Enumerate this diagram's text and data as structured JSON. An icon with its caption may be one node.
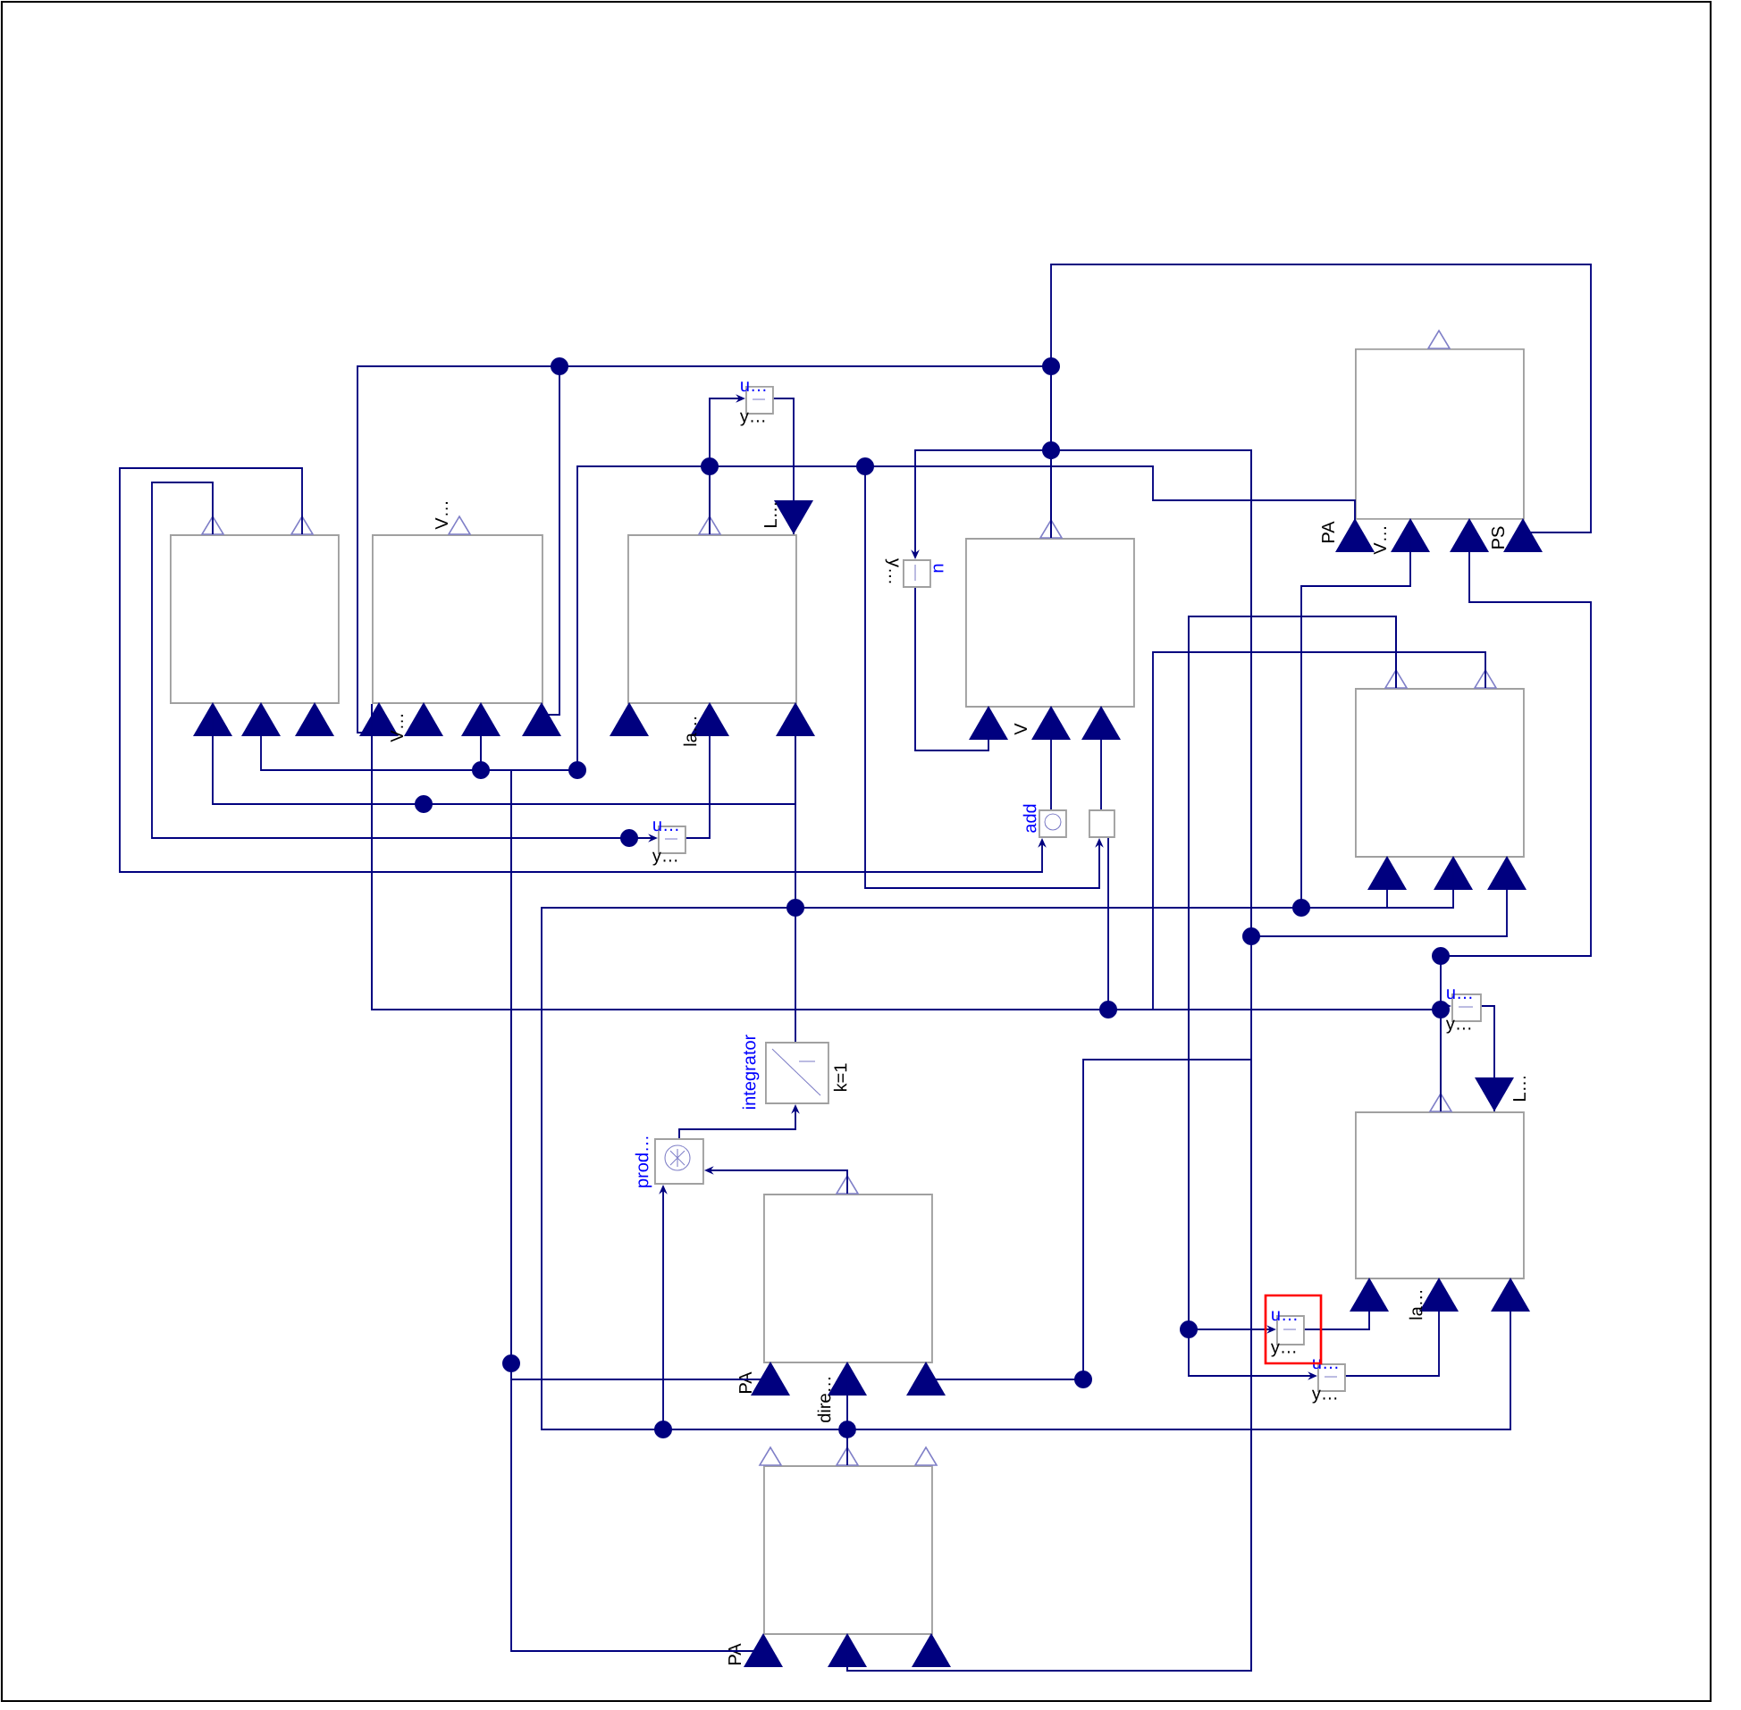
{
  "diagram": {
    "nodes": [
      {
        "text": [],
        "shape": "box"
      },
      {
        "text": [],
        "shape": "box",
        "beside": [
          "V…",
          "V…"
        ]
      },
      {
        "text": [],
        "shape": "box",
        "beside": [
          "L…",
          "la…"
        ]
      },
      {
        "text": [],
        "shape": "box",
        "beside": [
          "V"
        ]
      },
      {
        "text": [],
        "shape": "box",
        "beside": [
          "PA",
          "V…",
          "PS"
        ]
      },
      {
        "text": [],
        "shape": "box"
      },
      {
        "text": [],
        "shape": "box",
        "beside": [
          "L…",
          "la…"
        ]
      },
      {
        "text": [],
        "shape": "box",
        "beside": [
          "PA",
          "dire…"
        ]
      },
      {
        "text": [],
        "shape": "box",
        "beside": [
          "PA"
        ]
      },
      {
        "text": [
          "u…",
          "y…"
        ]
      },
      {
        "text": [
          "u…",
          "y…"
        ]
      },
      {
        "text": [
          "u",
          "y…"
        ]
      },
      {
        "text": [
          "add"
        ]
      },
      {
        "text": [],
        "shape": "box"
      },
      {
        "text": [
          "integrator",
          "k=1"
        ]
      },
      {
        "text": [
          "prod…"
        ]
      },
      {
        "text": [
          "u…",
          "y…"
        ]
      },
      {
        "text": [
          "u…",
          "y…"
        ]
      },
      {
        "text": [
          "u…",
          "y…"
        ]
      }
    ],
    "edges": [
      {
        "from": 2,
        "to": 9,
        "arrow": "to"
      },
      {
        "from": 9,
        "to": 2,
        "arrow": "none"
      },
      {
        "from": 4,
        "to": 3,
        "arrow": "none"
      },
      {
        "from": 3,
        "to": 1,
        "arrow": "none"
      },
      {
        "from": 3,
        "to": 1,
        "arrow": "none"
      },
      {
        "from": 3,
        "to": 11,
        "arrow": "to"
      },
      {
        "from": 11,
        "to": 3,
        "arrow": "none"
      },
      {
        "from": 3,
        "to": 8,
        "arrow": "none"
      },
      {
        "from": 2,
        "to": 0,
        "arrow": "none"
      },
      {
        "from": 1,
        "to": 8,
        "arrow": "none"
      },
      {
        "from": 2,
        "to": 13,
        "arrow": "to"
      },
      {
        "from": 0,
        "to": 12,
        "arrow": "to"
      },
      {
        "from": 2,
        "to": 4,
        "arrow": "none"
      },
      {
        "from": 0,
        "to": 10,
        "arrow": "to"
      },
      {
        "from": 10,
        "to": 2,
        "arrow": "none"
      },
      {
        "from": 0,
        "to": 2,
        "arrow": "none"
      },
      {
        "from": 14,
        "to": 2,
        "arrow": "none"
      },
      {
        "from": 12,
        "to": 3,
        "arrow": "none"
      },
      {
        "from": 13,
        "to": 3,
        "arrow": "none"
      },
      {
        "from": 1,
        "to": 6,
        "arrow": "none"
      },
      {
        "from": 13,
        "to": 6,
        "arrow": "none"
      },
      {
        "from": 6,
        "to": 16,
        "arrow": "to"
      },
      {
        "from": 16,
        "to": 6,
        "arrow": "none"
      },
      {
        "from": 5,
        "to": 6,
        "arrow": "none"
      },
      {
        "from": 3,
        "to": 5,
        "arrow": "none"
      },
      {
        "from": 4,
        "to": 5,
        "arrow": "none"
      },
      {
        "from": 4,
        "to": 6,
        "arrow": "none"
      },
      {
        "from": 5,
        "to": 18,
        "arrow": "to"
      },
      {
        "from": 5,
        "to": 17,
        "arrow": "to"
      },
      {
        "from": 5,
        "to": 1,
        "arrow": "none"
      },
      {
        "from": 17,
        "to": 6,
        "arrow": "none"
      },
      {
        "from": 18,
        "to": 6,
        "arrow": "none"
      },
      {
        "from": 7,
        "to": 8,
        "arrow": "none"
      },
      {
        "from": 1,
        "to": 7,
        "arrow": "none"
      },
      {
        "from": 8,
        "to": null,
        "arrow": "other"
      },
      {
        "from": 7,
        "to": 15,
        "arrow": "to"
      },
      {
        "from": 7,
        "to": 15,
        "arrow": "to"
      },
      {
        "from": 15,
        "to": 14,
        "arrow": "to"
      }
    ]
  }
}
